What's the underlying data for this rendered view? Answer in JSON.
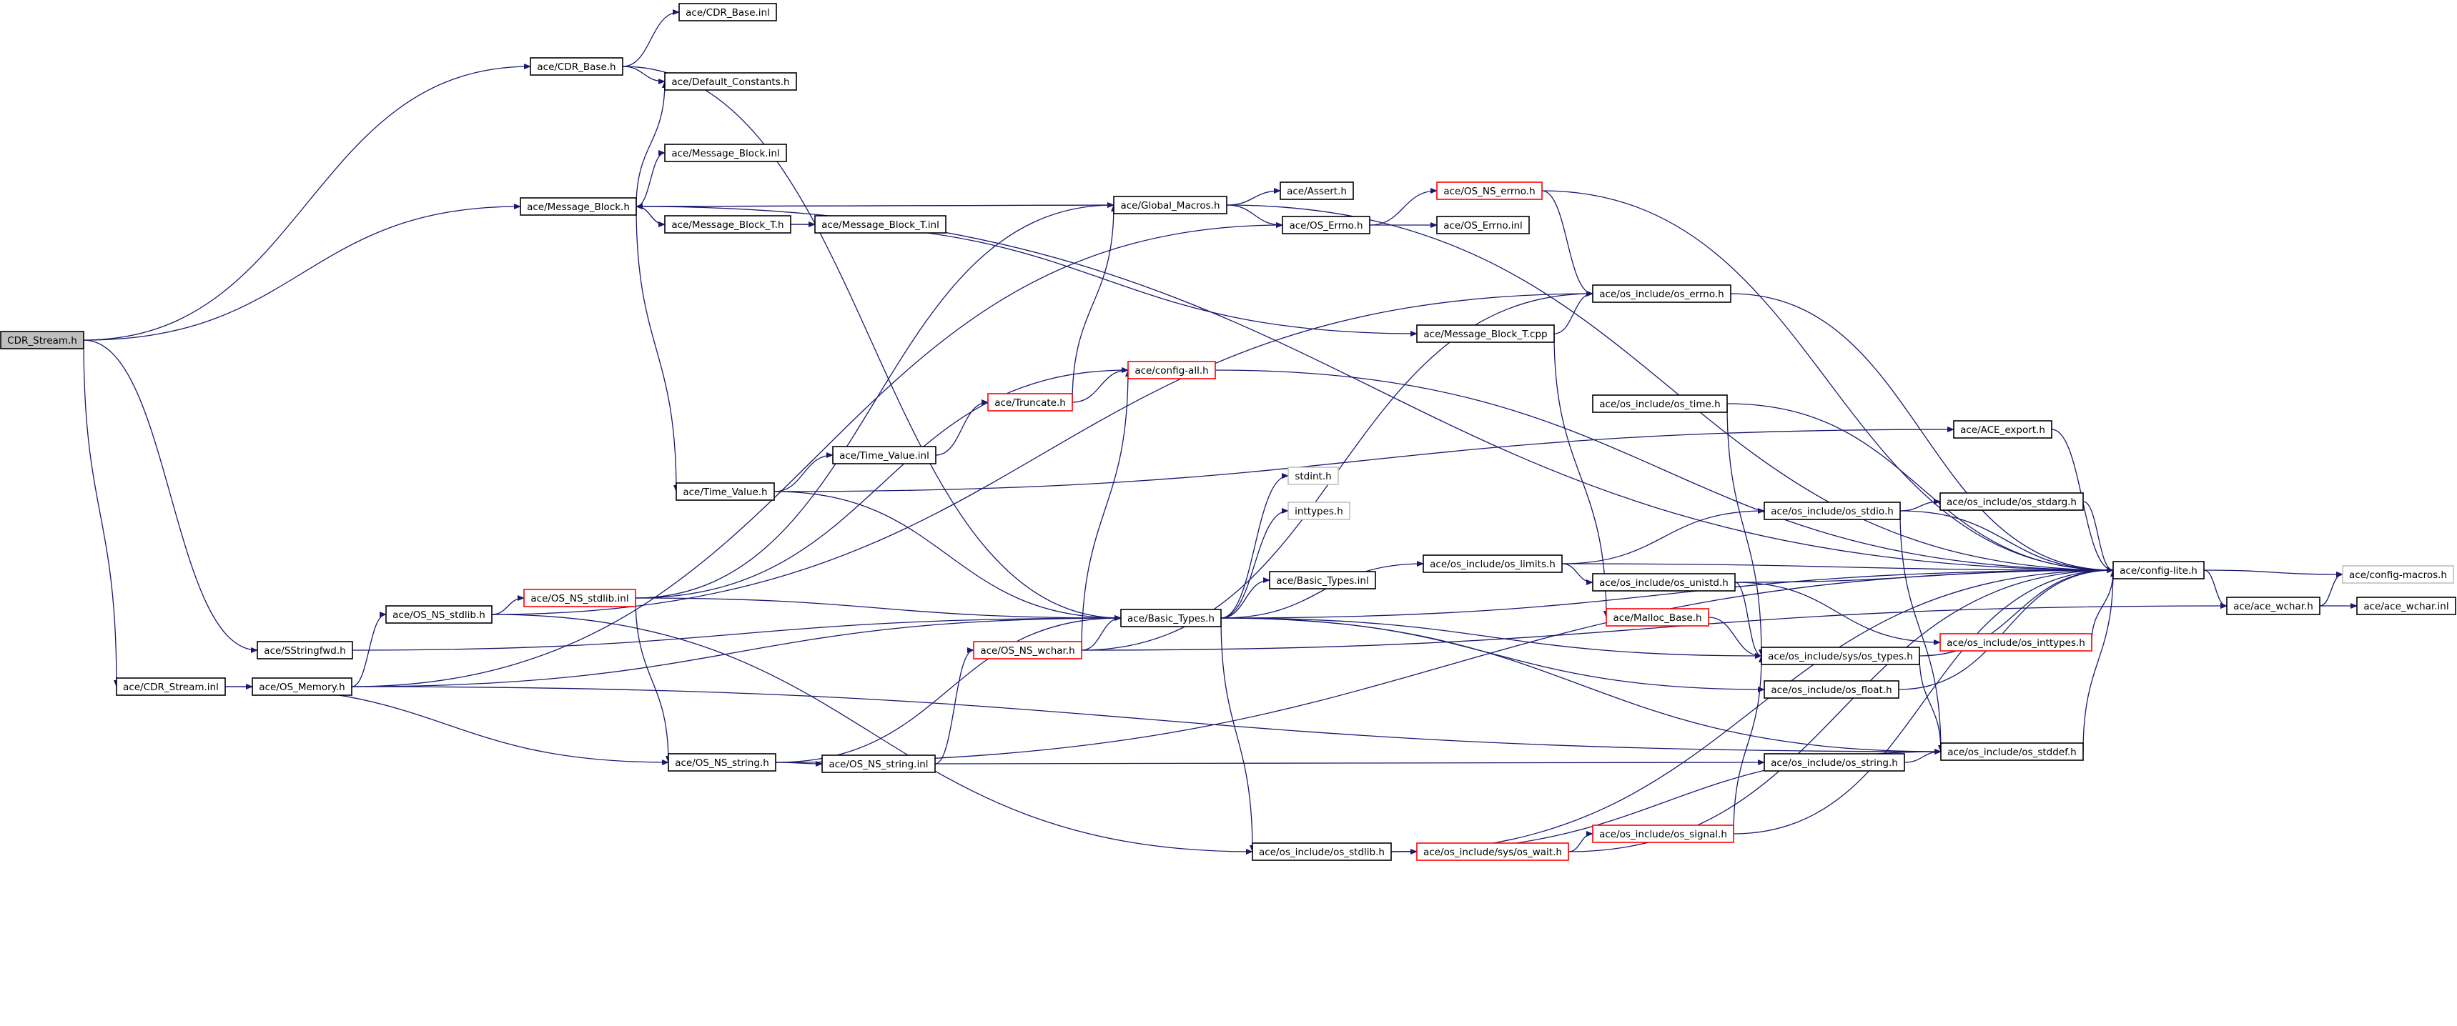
{
  "diagram_type": "include-dependency-graph",
  "colors": {
    "edge": "#191970",
    "root_fill": "#bfbfbf",
    "normal_border": "#000000",
    "truncated_border": "#ff0000",
    "external_border": "#bfbfbf",
    "node_fill": "#ffffff"
  },
  "nodes": [
    {
      "id": "cdr_stream_h",
      "label": "CDR_Stream.h",
      "kind": "root"
    },
    {
      "id": "cdr_base_inl",
      "label": "ace/CDR_Base.inl",
      "kind": "normal"
    },
    {
      "id": "cdr_base_h",
      "label": "ace/CDR_Base.h",
      "kind": "normal"
    },
    {
      "id": "default_constants_h",
      "label": "ace/Default_Constants.h",
      "kind": "normal"
    },
    {
      "id": "message_block_inl",
      "label": "ace/Message_Block.inl",
      "kind": "normal"
    },
    {
      "id": "message_block_h",
      "label": "ace/Message_Block.h",
      "kind": "normal"
    },
    {
      "id": "message_block_t_h",
      "label": "ace/Message_Block_T.h",
      "kind": "normal"
    },
    {
      "id": "message_block_t_inl",
      "label": "ace/Message_Block_T.inl",
      "kind": "normal"
    },
    {
      "id": "global_macros_h",
      "label": "ace/Global_Macros.h",
      "kind": "normal"
    },
    {
      "id": "assert_h",
      "label": "ace/Assert.h",
      "kind": "normal"
    },
    {
      "id": "os_ns_errno_h",
      "label": "ace/OS_NS_errno.h",
      "kind": "truncated"
    },
    {
      "id": "os_errno_h",
      "label": "ace/OS_Errno.h",
      "kind": "normal"
    },
    {
      "id": "os_errno_inl",
      "label": "ace/OS_Errno.inl",
      "kind": "normal"
    },
    {
      "id": "os_include_os_errno_h",
      "label": "ace/os_include/os_errno.h",
      "kind": "normal"
    },
    {
      "id": "message_block_t_cpp",
      "label": "ace/Message_Block_T.cpp",
      "kind": "normal"
    },
    {
      "id": "config_all_h",
      "label": "ace/config-all.h",
      "kind": "truncated"
    },
    {
      "id": "truncate_h",
      "label": "ace/Truncate.h",
      "kind": "truncated"
    },
    {
      "id": "os_include_os_time_h",
      "label": "ace/os_include/os_time.h",
      "kind": "normal"
    },
    {
      "id": "ace_export_h",
      "label": "ace/ACE_export.h",
      "kind": "normal"
    },
    {
      "id": "time_value_inl",
      "label": "ace/Time_Value.inl",
      "kind": "normal"
    },
    {
      "id": "time_value_h",
      "label": "ace/Time_Value.h",
      "kind": "normal"
    },
    {
      "id": "stdint_h",
      "label": "stdint.h",
      "kind": "external"
    },
    {
      "id": "inttypes_h",
      "label": "inttypes.h",
      "kind": "external"
    },
    {
      "id": "os_include_os_stdio_h",
      "label": "ace/os_include/os_stdio.h",
      "kind": "normal"
    },
    {
      "id": "os_include_os_stdarg_h",
      "label": "ace/os_include/os_stdarg.h",
      "kind": "normal"
    },
    {
      "id": "os_include_os_limits_h",
      "label": "ace/os_include/os_limits.h",
      "kind": "normal"
    },
    {
      "id": "basic_types_inl",
      "label": "ace/Basic_Types.inl",
      "kind": "normal"
    },
    {
      "id": "config_lite_h",
      "label": "ace/config-lite.h",
      "kind": "normal"
    },
    {
      "id": "config_macros_h",
      "label": "ace/config-macros.h",
      "kind": "external"
    },
    {
      "id": "os_include_os_unistd_h",
      "label": "ace/os_include/os_unistd.h",
      "kind": "normal"
    },
    {
      "id": "os_ns_stdlib_h",
      "label": "ace/OS_NS_stdlib.h",
      "kind": "normal"
    },
    {
      "id": "os_ns_stdlib_inl",
      "label": "ace/OS_NS_stdlib.inl",
      "kind": "truncated"
    },
    {
      "id": "basic_types_h",
      "label": "ace/Basic_Types.h",
      "kind": "normal"
    },
    {
      "id": "malloc_base_h",
      "label": "ace/Malloc_Base.h",
      "kind": "truncated"
    },
    {
      "id": "ace_wchar_h",
      "label": "ace/ace_wchar.h",
      "kind": "normal"
    },
    {
      "id": "ace_wchar_inl",
      "label": "ace/ace_wchar.inl",
      "kind": "normal"
    },
    {
      "id": "sstringfwd_h",
      "label": "ace/SStringfwd.h",
      "kind": "normal"
    },
    {
      "id": "os_ns_wchar_h",
      "label": "ace/OS_NS_wchar.h",
      "kind": "truncated"
    },
    {
      "id": "os_include_os_inttypes_h",
      "label": "ace/os_include/os_inttypes.h",
      "kind": "truncated"
    },
    {
      "id": "os_include_sys_os_types_h",
      "label": "ace/os_include/sys/os_types.h",
      "kind": "normal"
    },
    {
      "id": "cdr_stream_inl",
      "label": "ace/CDR_Stream.inl",
      "kind": "normal"
    },
    {
      "id": "os_memory_h",
      "label": "ace/OS_Memory.h",
      "kind": "normal"
    },
    {
      "id": "os_include_os_float_h",
      "label": "ace/os_include/os_float.h",
      "kind": "normal"
    },
    {
      "id": "os_include_os_stddef_h",
      "label": "ace/os_include/os_stddef.h",
      "kind": "normal"
    },
    {
      "id": "os_ns_string_h",
      "label": "ace/OS_NS_string.h",
      "kind": "normal"
    },
    {
      "id": "os_ns_string_inl",
      "label": "ace/OS_NS_string.inl",
      "kind": "normal"
    },
    {
      "id": "os_include_os_string_h",
      "label": "ace/os_include/os_string.h",
      "kind": "normal"
    },
    {
      "id": "os_include_os_signal_h",
      "label": "ace/os_include/os_signal.h",
      "kind": "truncated"
    },
    {
      "id": "os_include_os_stdlib_h",
      "label": "ace/os_include/os_stdlib.h",
      "kind": "normal"
    },
    {
      "id": "os_include_sys_os_wait_h",
      "label": "ace/os_include/sys/os_wait.h",
      "kind": "truncated"
    }
  ],
  "edges": [
    [
      "cdr_stream_h",
      "cdr_base_h"
    ],
    [
      "cdr_stream_h",
      "message_block_h"
    ],
    [
      "cdr_stream_h",
      "sstringfwd_h"
    ],
    [
      "cdr_stream_h",
      "cdr_stream_inl"
    ],
    [
      "cdr_base_h",
      "cdr_base_inl"
    ],
    [
      "cdr_base_h",
      "default_constants_h"
    ],
    [
      "cdr_base_h",
      "basic_types_h"
    ],
    [
      "message_block_h",
      "message_block_inl"
    ],
    [
      "message_block_h",
      "default_constants_h"
    ],
    [
      "message_block_h",
      "message_block_t_h"
    ],
    [
      "message_block_h",
      "global_macros_h"
    ],
    [
      "message_block_h",
      "time_value_h"
    ],
    [
      "message_block_h",
      "config_lite_h"
    ],
    [
      "message_block_t_h",
      "message_block_t_inl"
    ],
    [
      "message_block_t_h",
      "message_block_h"
    ],
    [
      "message_block_t_h",
      "message_block_t_cpp"
    ],
    [
      "message_block_t_cpp",
      "os_include_os_errno_h"
    ],
    [
      "message_block_t_cpp",
      "malloc_base_h"
    ],
    [
      "global_macros_h",
      "message_block_h"
    ],
    [
      "global_macros_h",
      "assert_h"
    ],
    [
      "global_macros_h",
      "os_errno_h"
    ],
    [
      "global_macros_h",
      "config_lite_h"
    ],
    [
      "os_errno_h",
      "os_ns_errno_h"
    ],
    [
      "os_errno_h",
      "os_errno_inl"
    ],
    [
      "os_ns_errno_h",
      "os_include_os_errno_h"
    ],
    [
      "os_ns_errno_h",
      "config_lite_h"
    ],
    [
      "os_include_os_errno_h",
      "config_lite_h"
    ],
    [
      "config_all_h",
      "config_lite_h"
    ],
    [
      "truncate_h",
      "config_all_h"
    ],
    [
      "truncate_h",
      "global_macros_h"
    ],
    [
      "time_value_h",
      "time_value_inl"
    ],
    [
      "time_value_h",
      "basic_types_h"
    ],
    [
      "time_value_h",
      "ace_export_h"
    ],
    [
      "time_value_inl",
      "truncate_h"
    ],
    [
      "os_include_os_time_h",
      "config_lite_h"
    ],
    [
      "os_include_os_time_h",
      "os_include_sys_os_types_h"
    ],
    [
      "ace_export_h",
      "config_lite_h"
    ],
    [
      "basic_types_h",
      "config_lite_h"
    ],
    [
      "basic_types_h",
      "stdint_h"
    ],
    [
      "basic_types_h",
      "inttypes_h"
    ],
    [
      "basic_types_h",
      "basic_types_inl"
    ],
    [
      "basic_types_h",
      "os_include_os_limits_h"
    ],
    [
      "basic_types_h",
      "os_include_sys_os_types_h"
    ],
    [
      "basic_types_h",
      "os_include_os_float_h"
    ],
    [
      "basic_types_h",
      "os_include_os_stddef_h"
    ],
    [
      "basic_types_h",
      "os_include_os_stdlib_h"
    ],
    [
      "os_include_os_limits_h",
      "os_include_os_stdio_h"
    ],
    [
      "os_include_os_limits_h",
      "os_include_os_unistd_h"
    ],
    [
      "os_include_os_limits_h",
      "config_lite_h"
    ],
    [
      "os_include_os_stdio_h",
      "os_include_os_stdarg_h"
    ],
    [
      "os_include_os_stdio_h",
      "config_lite_h"
    ],
    [
      "os_include_os_stdio_h",
      "os_include_os_stddef_h"
    ],
    [
      "os_include_os_stdarg_h",
      "config_lite_h"
    ],
    [
      "os_include_os_unistd_h",
      "config_lite_h"
    ],
    [
      "os_include_os_unistd_h",
      "os_include_os_inttypes_h"
    ],
    [
      "os_include_os_unistd_h",
      "os_include_sys_os_types_h"
    ],
    [
      "os_include_os_inttypes_h",
      "config_lite_h"
    ],
    [
      "os_include_sys_os_types_h",
      "config_lite_h"
    ],
    [
      "os_include_sys_os_types_h",
      "os_include_os_stddef_h"
    ],
    [
      "os_include_os_float_h",
      "config_lite_h"
    ],
    [
      "os_include_os_stddef_h",
      "config_lite_h"
    ],
    [
      "config_lite_h",
      "config_macros_h"
    ],
    [
      "config_lite_h",
      "ace_wchar_h"
    ],
    [
      "ace_wchar_h",
      "config_macros_h"
    ],
    [
      "ace_wchar_h",
      "ace_wchar_inl"
    ],
    [
      "sstringfwd_h",
      "basic_types_h"
    ],
    [
      "cdr_stream_inl",
      "os_memory_h"
    ],
    [
      "cdr_stream_inl",
      "os_ns_string_h"
    ],
    [
      "os_memory_h",
      "os_ns_stdlib_h"
    ],
    [
      "os_memory_h",
      "os_errno_h"
    ],
    [
      "os_memory_h",
      "basic_types_h"
    ],
    [
      "os_memory_h",
      "os_include_os_stddef_h"
    ],
    [
      "os_ns_stdlib_h",
      "os_ns_stdlib_inl"
    ],
    [
      "os_ns_stdlib_h",
      "os_include_os_errno_h"
    ],
    [
      "os_ns_stdlib_h",
      "os_include_os_stdlib_h"
    ],
    [
      "os_ns_stdlib_inl",
      "config_all_h"
    ],
    [
      "os_ns_stdlib_inl",
      "global_macros_h"
    ],
    [
      "os_ns_stdlib_inl",
      "basic_types_h"
    ],
    [
      "os_ns_stdlib_inl",
      "os_ns_string_h"
    ],
    [
      "os_ns_string_h",
      "os_ns_string_inl"
    ],
    [
      "os_ns_string_h",
      "basic_types_h"
    ],
    [
      "os_ns_string_h",
      "config_lite_h"
    ],
    [
      "os_ns_string_inl",
      "os_ns_wchar_h"
    ],
    [
      "os_ns_string_inl",
      "os_include_os_string_h"
    ],
    [
      "os_ns_wchar_h",
      "basic_types_h"
    ],
    [
      "os_ns_wchar_h",
      "config_all_h"
    ],
    [
      "os_ns_wchar_h",
      "os_include_os_errno_h"
    ],
    [
      "os_ns_wchar_h",
      "ace_wchar_h"
    ],
    [
      "os_include_os_string_h",
      "os_include_os_stddef_h"
    ],
    [
      "os_include_os_stdlib_h",
      "os_include_os_stddef_h"
    ],
    [
      "os_include_os_stdlib_h",
      "os_include_sys_os_wait_h"
    ],
    [
      "os_include_os_stdlib_h",
      "config_lite_h"
    ],
    [
      "os_include_sys_os_wait_h",
      "os_include_os_signal_h"
    ],
    [
      "os_include_sys_os_wait_h",
      "config_lite_h"
    ],
    [
      "os_include_os_signal_h",
      "os_include_sys_os_types_h"
    ],
    [
      "os_include_os_signal_h",
      "config_lite_h"
    ],
    [
      "malloc_base_h",
      "os_include_sys_os_types_h"
    ]
  ]
}
